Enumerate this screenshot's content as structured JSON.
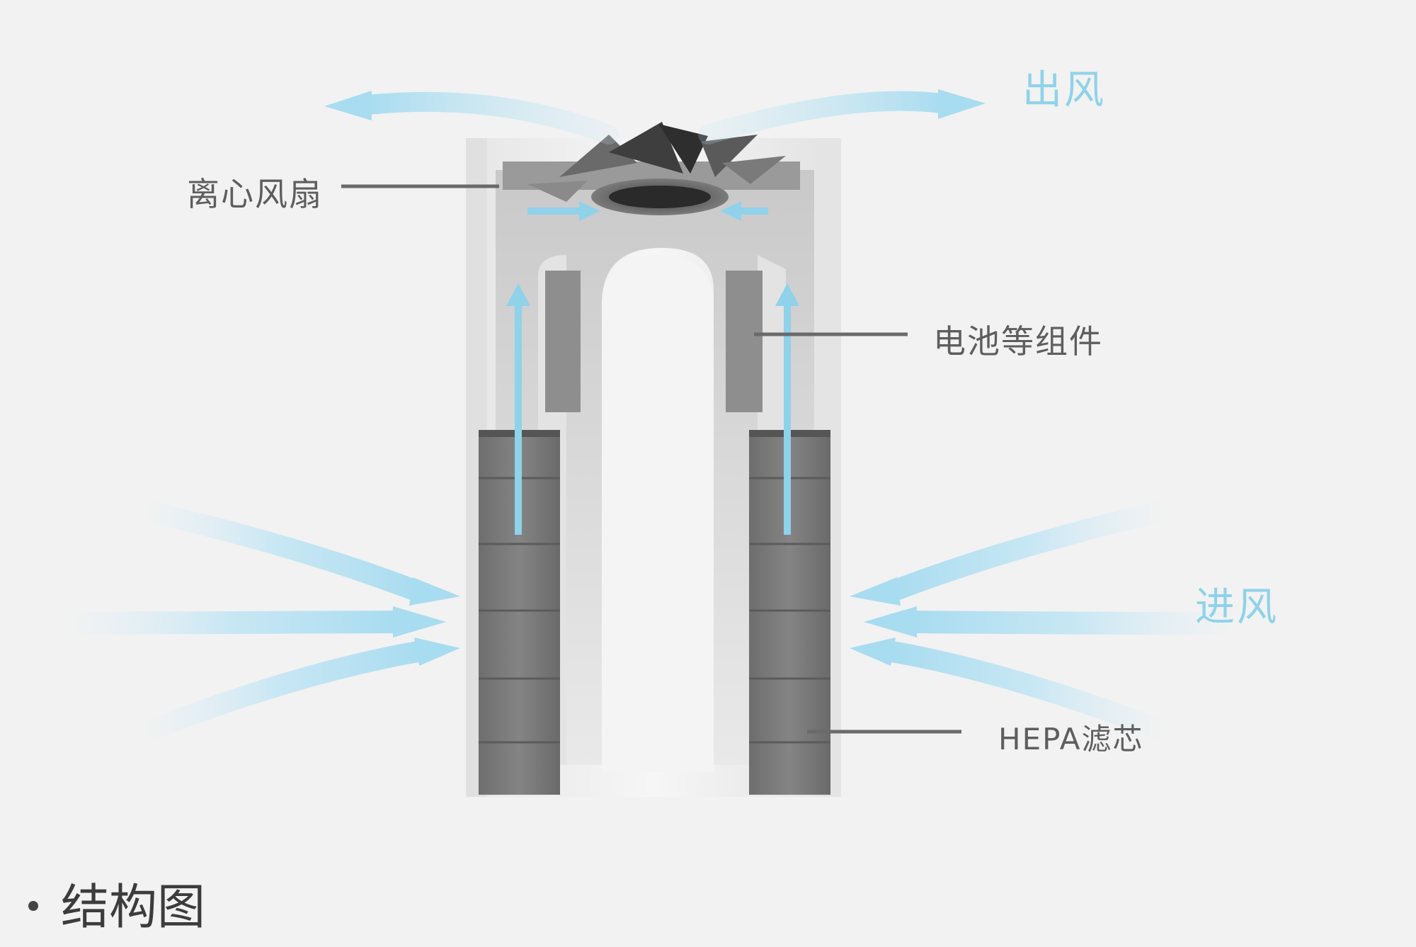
{
  "labels": {
    "fan": "离心风扇",
    "battery": "电池等组件",
    "filter": "HEPA滤芯",
    "outflow": "出风",
    "inflow": "进风"
  },
  "caption": "结构图",
  "colors": {
    "background": "#f2f2f2",
    "arrow": "#8fd2ea",
    "label_text": "#5e5e5e",
    "filter_gray": "#7b7b7b",
    "body_gray": "#dadada"
  }
}
